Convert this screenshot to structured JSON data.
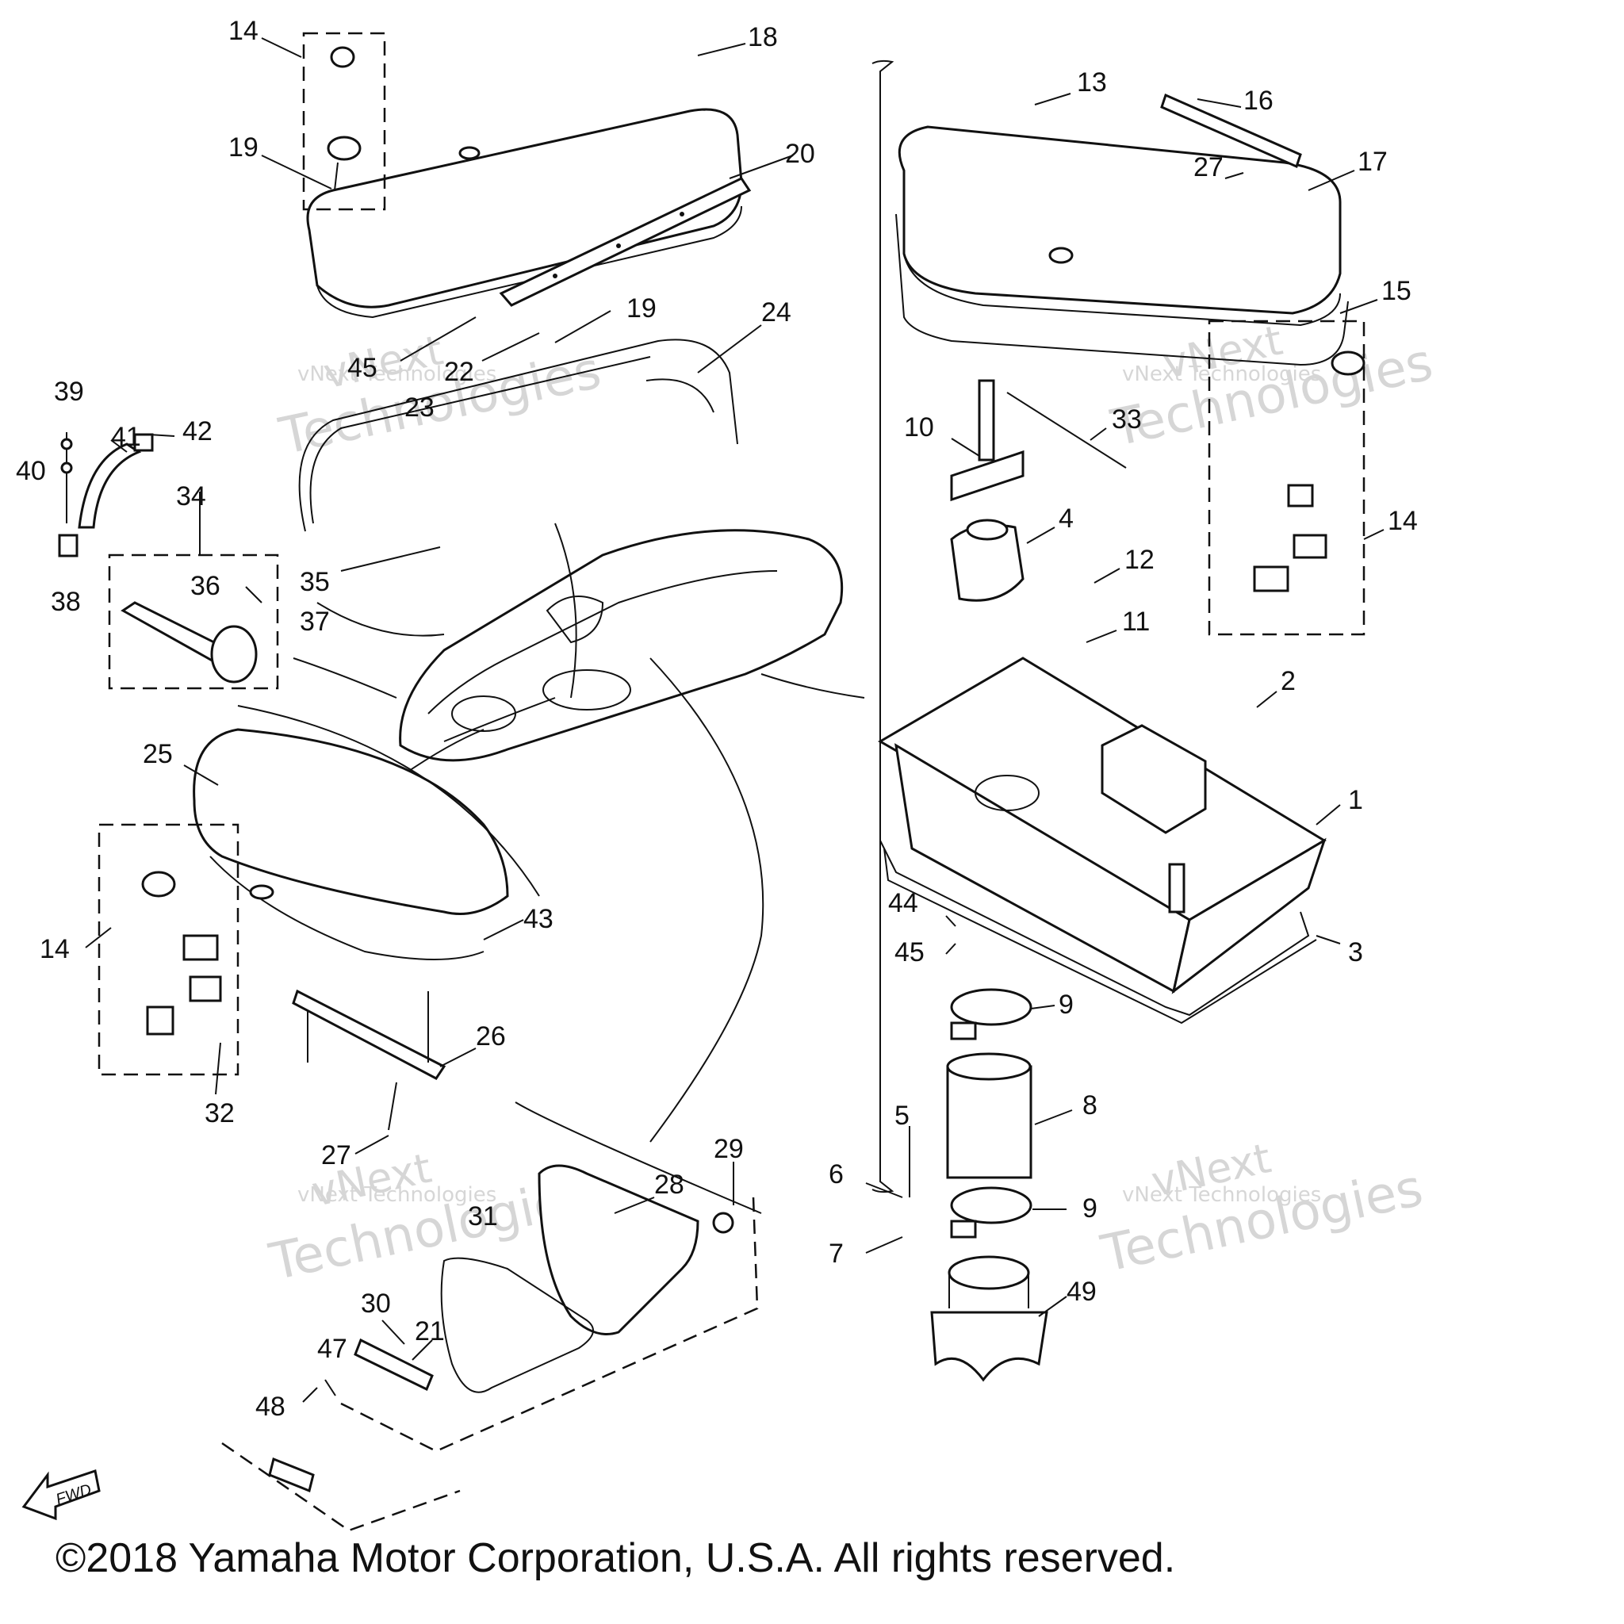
{
  "diagram": {
    "callouts": [
      {
        "id": "14a",
        "text": "14"
      },
      {
        "id": "18",
        "text": "18"
      },
      {
        "id": "19a",
        "text": "19"
      },
      {
        "id": "20",
        "text": "20"
      },
      {
        "id": "19b",
        "text": "19"
      },
      {
        "id": "24",
        "text": "24"
      },
      {
        "id": "45a",
        "text": "45"
      },
      {
        "id": "22",
        "text": "22"
      },
      {
        "id": "23",
        "text": "23"
      },
      {
        "id": "39",
        "text": "39"
      },
      {
        "id": "41",
        "text": "41"
      },
      {
        "id": "42",
        "text": "42"
      },
      {
        "id": "40",
        "text": "40"
      },
      {
        "id": "38",
        "text": "38"
      },
      {
        "id": "34",
        "text": "34"
      },
      {
        "id": "36",
        "text": "36"
      },
      {
        "id": "35",
        "text": "35"
      },
      {
        "id": "37",
        "text": "37"
      },
      {
        "id": "25",
        "text": "25"
      },
      {
        "id": "14b",
        "text": "14"
      },
      {
        "id": "43",
        "text": "43"
      },
      {
        "id": "26",
        "text": "26"
      },
      {
        "id": "32",
        "text": "32"
      },
      {
        "id": "27a",
        "text": "27"
      },
      {
        "id": "29",
        "text": "29"
      },
      {
        "id": "28",
        "text": "28"
      },
      {
        "id": "31",
        "text": "31"
      },
      {
        "id": "30",
        "text": "30"
      },
      {
        "id": "21",
        "text": "21"
      },
      {
        "id": "47",
        "text": "47"
      },
      {
        "id": "48",
        "text": "48"
      },
      {
        "id": "13",
        "text": "13"
      },
      {
        "id": "16",
        "text": "16"
      },
      {
        "id": "27b",
        "text": "27"
      },
      {
        "id": "17",
        "text": "17"
      },
      {
        "id": "15",
        "text": "15"
      },
      {
        "id": "10",
        "text": "10"
      },
      {
        "id": "33",
        "text": "33"
      },
      {
        "id": "4",
        "text": "4"
      },
      {
        "id": "14c",
        "text": "14"
      },
      {
        "id": "12",
        "text": "12"
      },
      {
        "id": "11",
        "text": "11"
      },
      {
        "id": "2",
        "text": "2"
      },
      {
        "id": "1",
        "text": "1"
      },
      {
        "id": "44",
        "text": "44"
      },
      {
        "id": "45b",
        "text": "45"
      },
      {
        "id": "3",
        "text": "3"
      },
      {
        "id": "9a",
        "text": "9"
      },
      {
        "id": "8",
        "text": "8"
      },
      {
        "id": "5",
        "text": "5"
      },
      {
        "id": "6",
        "text": "6"
      },
      {
        "id": "9b",
        "text": "9"
      },
      {
        "id": "7",
        "text": "7"
      },
      {
        "id": "49",
        "text": "49"
      }
    ],
    "fwd_label": "FWD",
    "watermark": {
      "line1": "vNext",
      "line2": "Technologies",
      "caption": "vNext Technologies"
    }
  },
  "copyright": "©2018 Yamaha Motor Corporation, U.S.A. All rights reserved."
}
